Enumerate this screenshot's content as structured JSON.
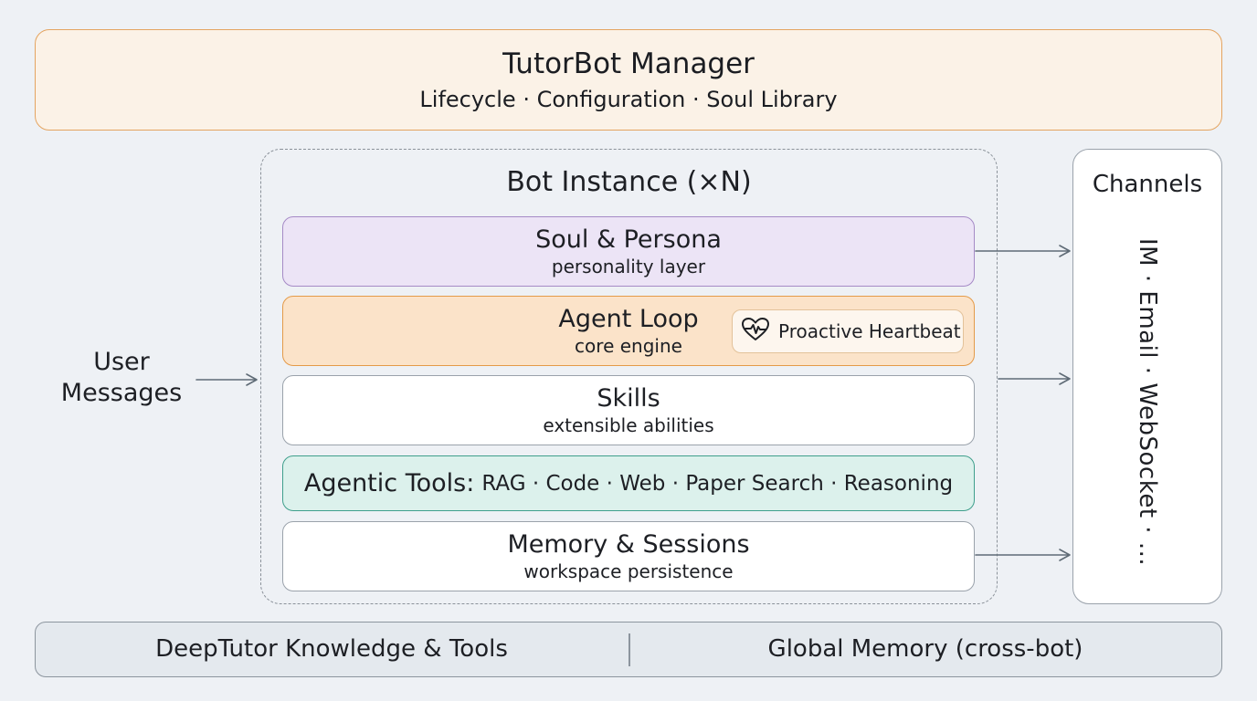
{
  "manager": {
    "title": "TutorBot Manager",
    "subtitle": "Lifecycle · Configuration · Soul Library"
  },
  "bot_instance": {
    "title": "Bot Instance (×N)",
    "layers": [
      {
        "title": "Soul & Persona",
        "subtitle": "personality layer"
      },
      {
        "title": "Agent Loop",
        "subtitle": "core engine"
      },
      {
        "title": "Skills",
        "subtitle": "extensible abilities"
      },
      {
        "title": "Agentic Tools:",
        "subtitle": "RAG · Code · Web · Paper Search · Reasoning"
      },
      {
        "title": "Memory & Sessions",
        "subtitle": "workspace persistence"
      }
    ],
    "heartbeat_label": "Proactive Heartbeat"
  },
  "user_messages": {
    "line1": "User",
    "line2": "Messages"
  },
  "channels": {
    "title": "Channels",
    "list": "IM · Email · WebSocket · ..."
  },
  "footer": {
    "left": "DeepTutor Knowledge & Tools",
    "right": "Global Memory (cross-bot)"
  },
  "colors": {
    "manager_fill": "#fbf2e7",
    "manager_border": "#e4a460",
    "soul_fill": "#ece4f6",
    "agent_fill": "#fbe3c9",
    "tools_fill": "#dcf1ec",
    "heartbeat_icon": "#1d1f24"
  },
  "icons": {
    "heartbeat": "heart-pulse-icon"
  }
}
